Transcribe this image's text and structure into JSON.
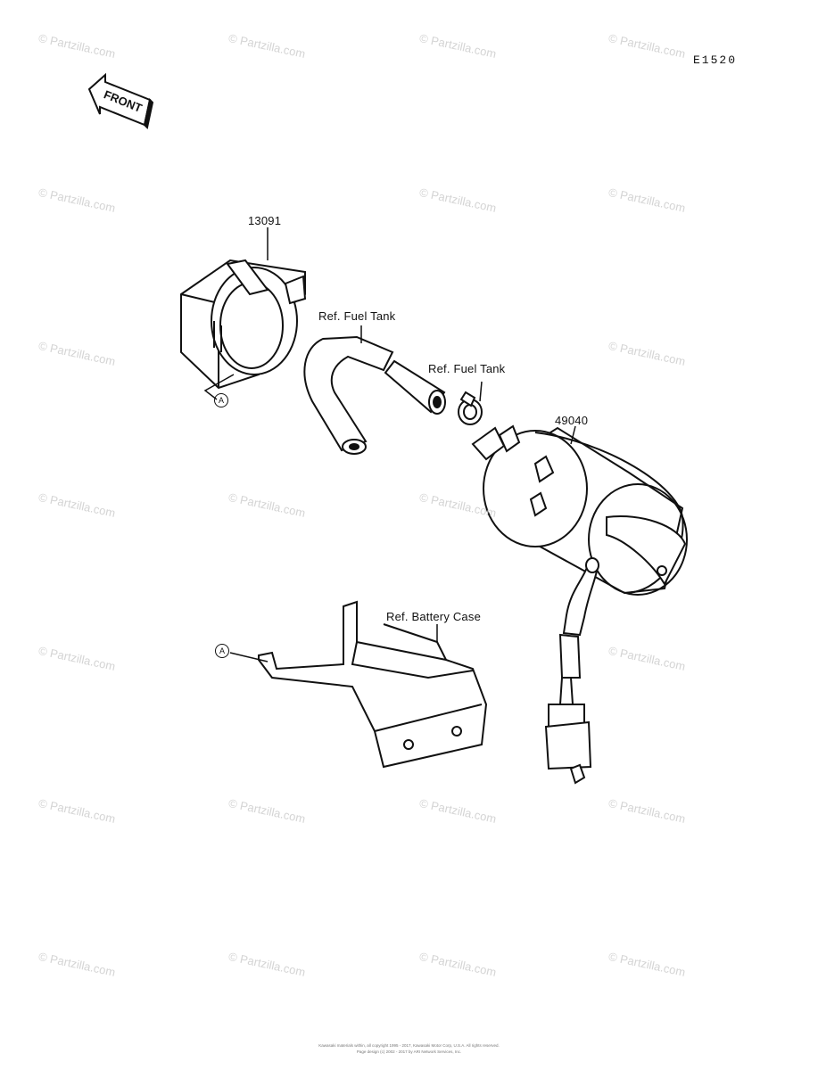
{
  "diagram": {
    "code": "E1520",
    "front_label": "FRONT",
    "labels": {
      "bracket_part": "13091",
      "fuel_tank_hose": "Ref. Fuel Tank",
      "fuel_tank_clamp": "Ref. Fuel Tank",
      "pump_part": "49040",
      "battery_case": "Ref. Battery Case",
      "callout_top": "A",
      "callout_bottom": "A"
    },
    "watermark": "© Partzilla.com",
    "footer_line1": "Kawasaki materials within, all copyright 1995 - 2017, Kawasaki Motor Corp, U.S.A. All rights reserved.",
    "footer_line2": "Page design (c) 2002 - 2017 by ARI Network Services, Inc."
  },
  "colors": {
    "line": "#111111",
    "watermark": "#d4d4d4"
  }
}
